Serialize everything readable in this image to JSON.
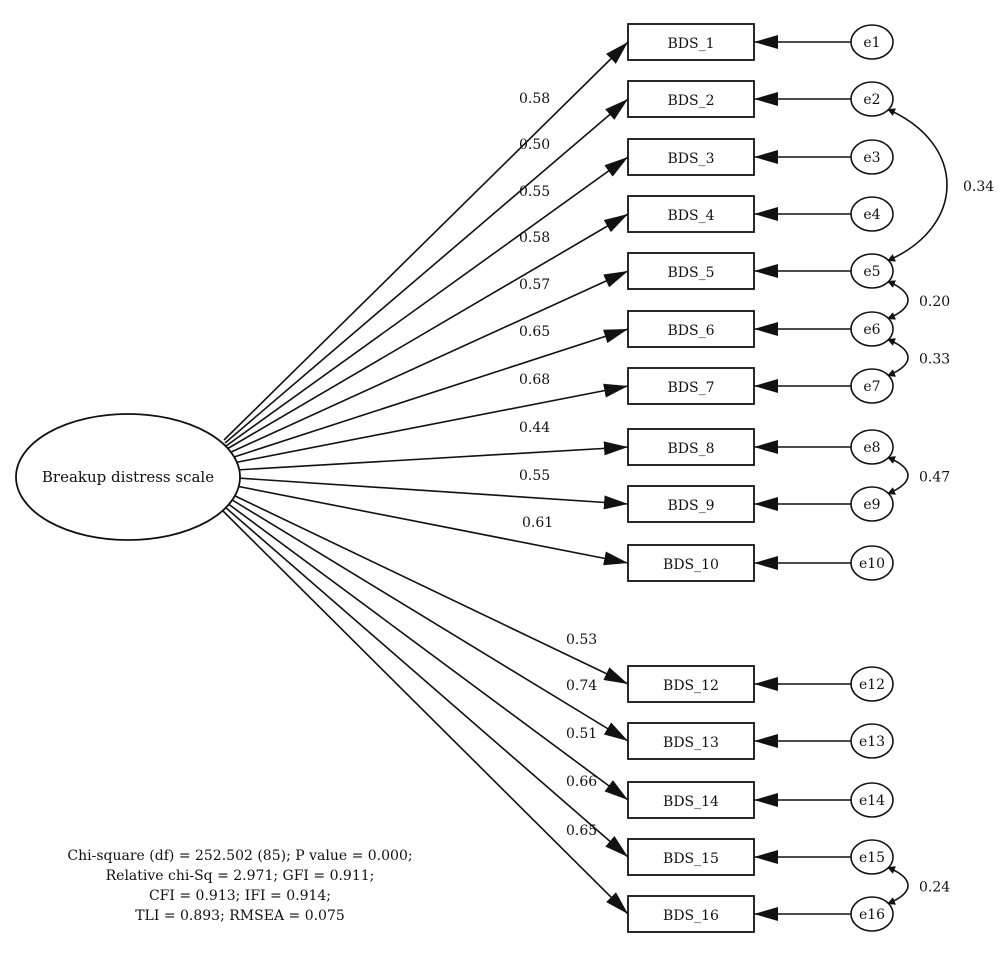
{
  "diagram": {
    "type": "cfa-path-diagram",
    "latent": {
      "label": "Breakup distress scale"
    },
    "indicators": [
      {
        "label": "BDS_1",
        "loading": "0.58",
        "error": "e1"
      },
      {
        "label": "BDS_2",
        "loading": "0.50",
        "error": "e2"
      },
      {
        "label": "BDS_3",
        "loading": "0.55",
        "error": "e3"
      },
      {
        "label": "BDS_4",
        "loading": "0.58",
        "error": "e4"
      },
      {
        "label": "BDS_5",
        "loading": "0.57",
        "error": "e5"
      },
      {
        "label": "BDS_6",
        "loading": "0.65",
        "error": "e6"
      },
      {
        "label": "BDS_7",
        "loading": "0.68",
        "error": "e7"
      },
      {
        "label": "BDS_8",
        "loading": "0.44",
        "error": "e8"
      },
      {
        "label": "BDS_9",
        "loading": "0.55",
        "error": "e9"
      },
      {
        "label": "BDS_10",
        "loading": "0.61",
        "error": "e10"
      },
      {
        "label": "BDS_12",
        "loading": "0.53",
        "error": "e12"
      },
      {
        "label": "BDS_13",
        "loading": "0.74",
        "error": "e13"
      },
      {
        "label": "BDS_14",
        "loading": "0.51",
        "error": "e14"
      },
      {
        "label": "BDS_15",
        "loading": "0.66",
        "error": "e15"
      },
      {
        "label": "BDS_16",
        "loading": "0.65",
        "error": "e16"
      }
    ],
    "covariances": [
      {
        "from": "e2",
        "to": "e5",
        "value": "0.34"
      },
      {
        "from": "e5",
        "to": "e6",
        "value": "0.20"
      },
      {
        "from": "e6",
        "to": "e7",
        "value": "0.33"
      },
      {
        "from": "e8",
        "to": "e9",
        "value": "0.47"
      },
      {
        "from": "e15",
        "to": "e16",
        "value": "0.24"
      }
    ],
    "fit_indices": {
      "lines": [
        "Chi-square (df) = 252.502 (85); P value = 0.000;",
        "Relative chi-Sq = 2.971; GFI = 0.911;",
        "CFI = 0.913; IFI = 0.914;",
        "TLI = 0.893; RMSEA = 0.075"
      ]
    }
  }
}
